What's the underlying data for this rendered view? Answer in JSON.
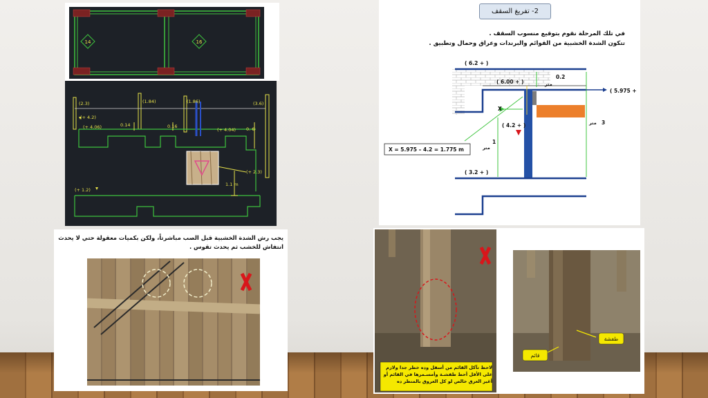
{
  "top_left_plan": {
    "box_a": "14",
    "box_b": "16"
  },
  "left_section": {
    "labels": {
      "l1": "(2.3)",
      "l2": "(1.84)",
      "l3": "(1.86)",
      "l4": "(3.6)",
      "l5": "(+ 4.2)",
      "l6": "(+ 4.06)",
      "l7": "0.14",
      "l8": "0.16",
      "l9": "(+ 4.04)",
      "l10": "0. 6",
      "l11": "(+ 2.3)",
      "l12": "1.1 m",
      "l13": "(+ 1.2)"
    }
  },
  "right_diagram": {
    "title": "2-  تفريغ السقف",
    "bullet1": "في تلك المرحلة نقوم بتوقيع منسوب السقف .",
    "bullet2": "تتكون الشدة الخشبية من القوائم والبرندات وعراق وحمال وتطبيق .",
    "labels": {
      "top_level": "( 6.2 + )",
      "slab_level": "( 6.00 + )",
      "slab_thick": "0.2",
      "meter1": "متر",
      "right_level": "( 5.975 +",
      "x_mark": "X",
      "level_42": "( 4.2 + )",
      "height3": "3",
      "meter3": "متر",
      "height1": "1",
      "meter_1": "متر",
      "bottom_level": "( 3.2 + )",
      "formula": "X = 5.975 – 4.2 = 1.775 m"
    }
  },
  "bottom_left": {
    "caption": "يجب رش الشدة الخشبية قبل الصب مباشرتاً، ولكن بكميات معقولة حتي لا يحدث انتفاش للخشب ثم يحدث تقوس ."
  },
  "bottom_right": {
    "note": "لاحظ تآكل القائم من أسفل وده خطر جدا ولازم على الأقل أحط طفشـة وأمسـمرها في القائم أو أغير العرق خالص لو كل العروق بالمنظر ده",
    "label_tafsha": "طفشة",
    "label_qaem": "قائم"
  },
  "colors": {
    "cad_bg": "#1d2127",
    "cad_yellow": "#e8e24a",
    "cad_green": "#3ec43e",
    "beam_blue": "#1b3f8f",
    "column_blue": "#2451a6",
    "orange": "#ec7f2b",
    "mark_red": "#d8161b"
  }
}
